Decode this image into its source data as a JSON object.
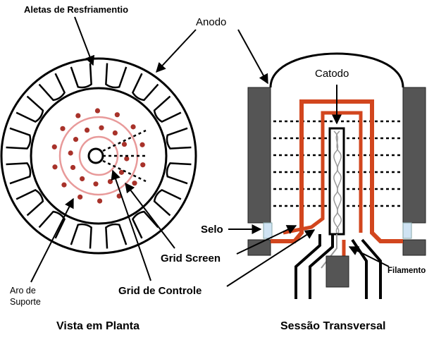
{
  "labels": {
    "aletas": "Aletas de Resfriamentio",
    "anodo": "Anodo",
    "catodo": "Catodo",
    "selo": "Selo",
    "grid_screen": "Grid Screen",
    "grid_controle": "Grid de Controle",
    "filamento": "Filamento",
    "aro_line1": "Aro de",
    "aro_line2": "Suporte",
    "vista": "Vista em Planta",
    "sessao": "Sessão Transversal"
  },
  "colors": {
    "outline": "#000000",
    "grid_red": "#d2461e",
    "grid_pink": "#e89a9a",
    "dot_red": "#a8322a",
    "block_gray": "#555555",
    "seal_blue": "#cfe3f3"
  }
}
